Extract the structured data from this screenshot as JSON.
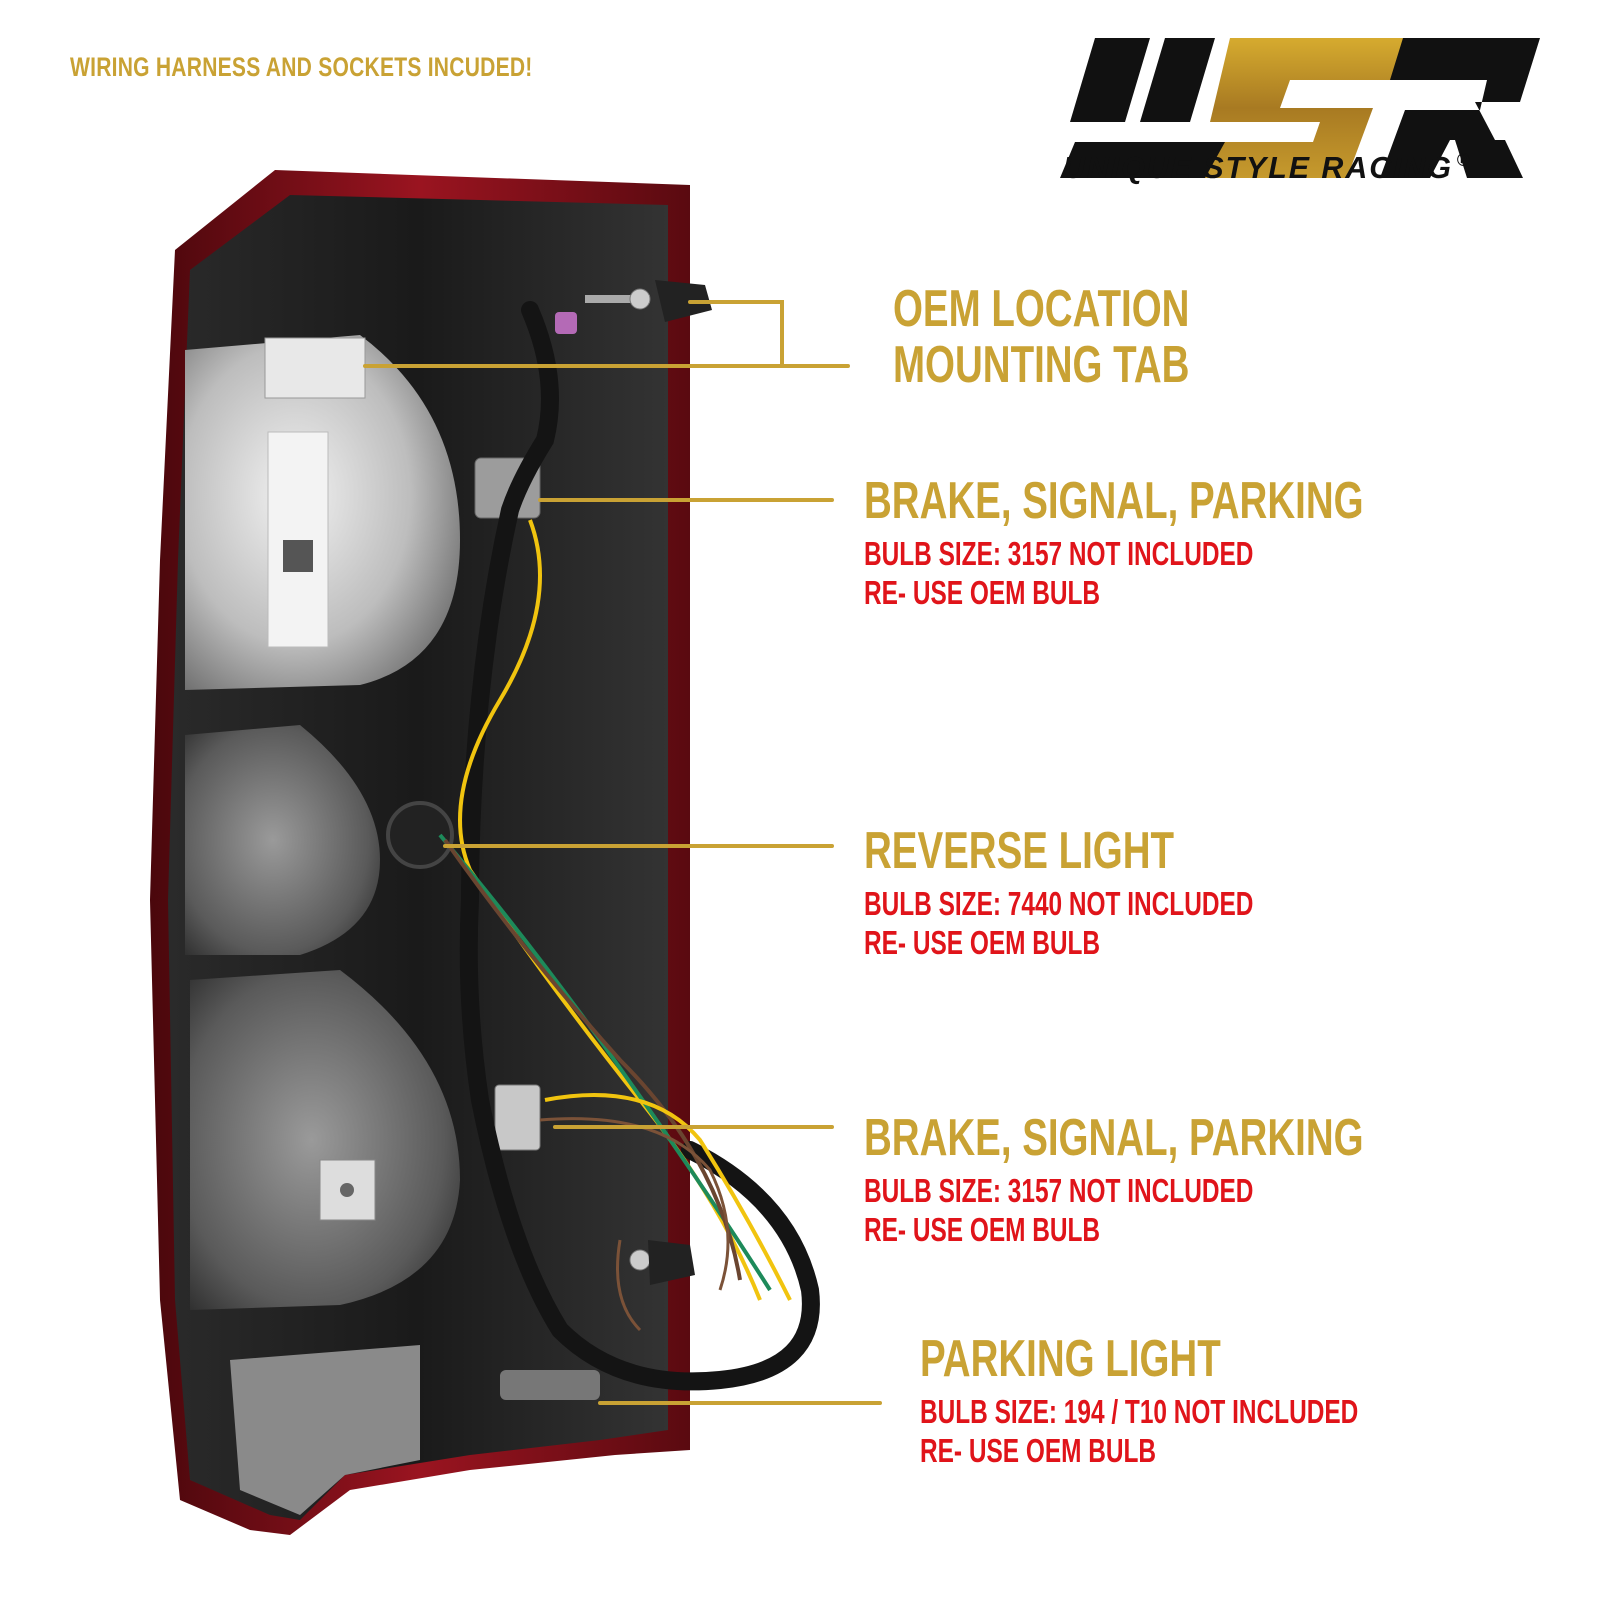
{
  "banner": {
    "tagline": "WIRING HARNESS AND SOCKETS INCUDED!"
  },
  "brand": {
    "logo_letters": "USR",
    "name": "UNIQUE STYLE RACING",
    "registered_mark": "®"
  },
  "colors": {
    "gold": "#c9a234",
    "red": "#e0141a",
    "logo_black": "#111111",
    "housing_red": "#7a0e16"
  },
  "product": {
    "description": "Rear view of tail light housing with wiring harness and sockets"
  },
  "callouts": [
    {
      "title_lines": [
        "OEM LOCATION",
        "MOUNTING TAB"
      ]
    },
    {
      "title": "BRAKE, SIGNAL, PARKING",
      "bulb_size": "BULB SIZE: 3157 NOT INCLUDED",
      "note": "RE- USE OEM BULB"
    },
    {
      "title": "REVERSE LIGHT",
      "bulb_size": "BULB SIZE: 7440 NOT INCLUDED",
      "note": "RE- USE OEM BULB"
    },
    {
      "title": "BRAKE, SIGNAL, PARKING",
      "bulb_size": "BULB SIZE: 3157 NOT INCLUDED",
      "note": "RE- USE OEM BULB"
    },
    {
      "title": "PARKING LIGHT",
      "bulb_size": "BULB SIZE: 194 / T10 NOT INCLUDED",
      "note": "RE- USE OEM BULB"
    }
  ]
}
